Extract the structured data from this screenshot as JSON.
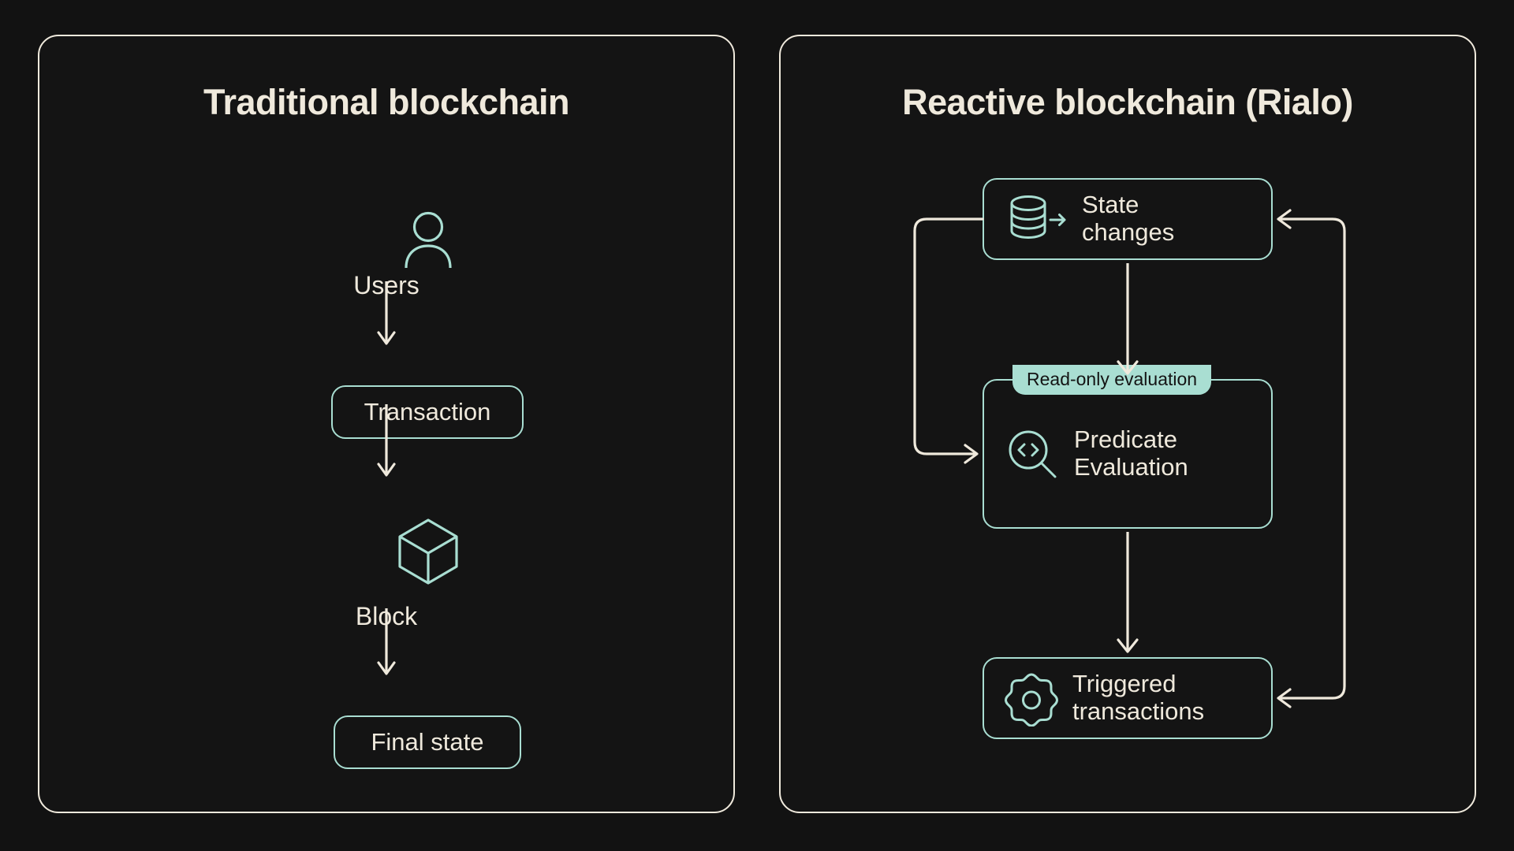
{
  "theme": {
    "page_background": "#121212",
    "card_background": "#141414",
    "card_border": "#efe9dc",
    "text": "#efe9dc",
    "accent_mint": "#a9ded2",
    "badge_text": "#141414",
    "connector": "#efe9dc"
  },
  "panels": [
    {
      "id": "traditional",
      "title": "Traditional blockchain",
      "nodes": [
        {
          "id": "users",
          "kind": "icon-label",
          "icon": "user-icon",
          "label": "Users"
        },
        {
          "id": "transaction",
          "kind": "box",
          "label": "Transaction"
        },
        {
          "id": "block",
          "kind": "icon-label",
          "icon": "cube-icon",
          "label": "Block"
        },
        {
          "id": "final-state",
          "kind": "box",
          "label": "Final state"
        }
      ],
      "flow": [
        "Users",
        "Transaction",
        "Block",
        "Final state"
      ]
    },
    {
      "id": "reactive",
      "title": "Reactive blockchain (Rialo)",
      "nodes": [
        {
          "id": "state-changes",
          "kind": "box",
          "icon": "database-icon",
          "label": "State\nchanges"
        },
        {
          "id": "predicate",
          "kind": "box",
          "icon": "code-search-icon",
          "label": "Predicate\nEvaluation",
          "badge": "Read-only evaluation"
        },
        {
          "id": "triggered",
          "kind": "box",
          "icon": "gear-icon",
          "label": "Triggered\ntransactions"
        }
      ],
      "flow": [
        "State changes -> Predicate Evaluation",
        "Predicate Evaluation -> Triggered transactions",
        "State changes -> (left loop) -> Predicate Evaluation",
        "Triggered transactions -> (right loop) -> State changes",
        "(right loop) -> Triggered transactions"
      ]
    }
  ]
}
